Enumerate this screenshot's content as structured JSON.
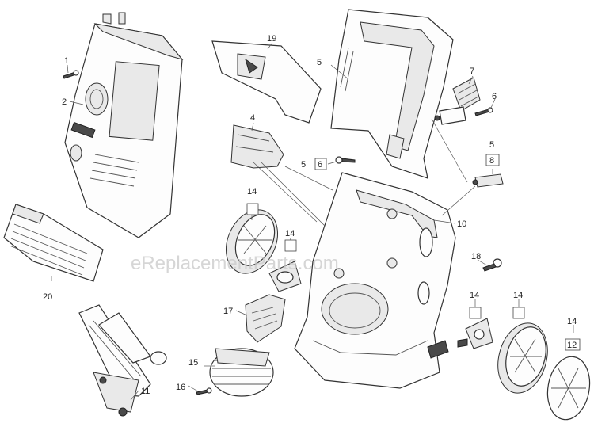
{
  "watermark": "eReplacementParts.com",
  "callouts": {
    "c1": "1",
    "c2": "2",
    "c4": "4",
    "c5a": "5",
    "c5b": "5",
    "c5c": "5",
    "c6a": "6",
    "c6b": "6",
    "c7": "7",
    "c8": "8",
    "c10": "10",
    "c11": "11",
    "c12": "12",
    "c14a": "14",
    "c14b": "14",
    "c14c": "14",
    "c14d": "14",
    "c14e": "14",
    "c15": "15",
    "c16": "16",
    "c17": "17",
    "c18": "18",
    "c19": "19",
    "c20": "20"
  }
}
